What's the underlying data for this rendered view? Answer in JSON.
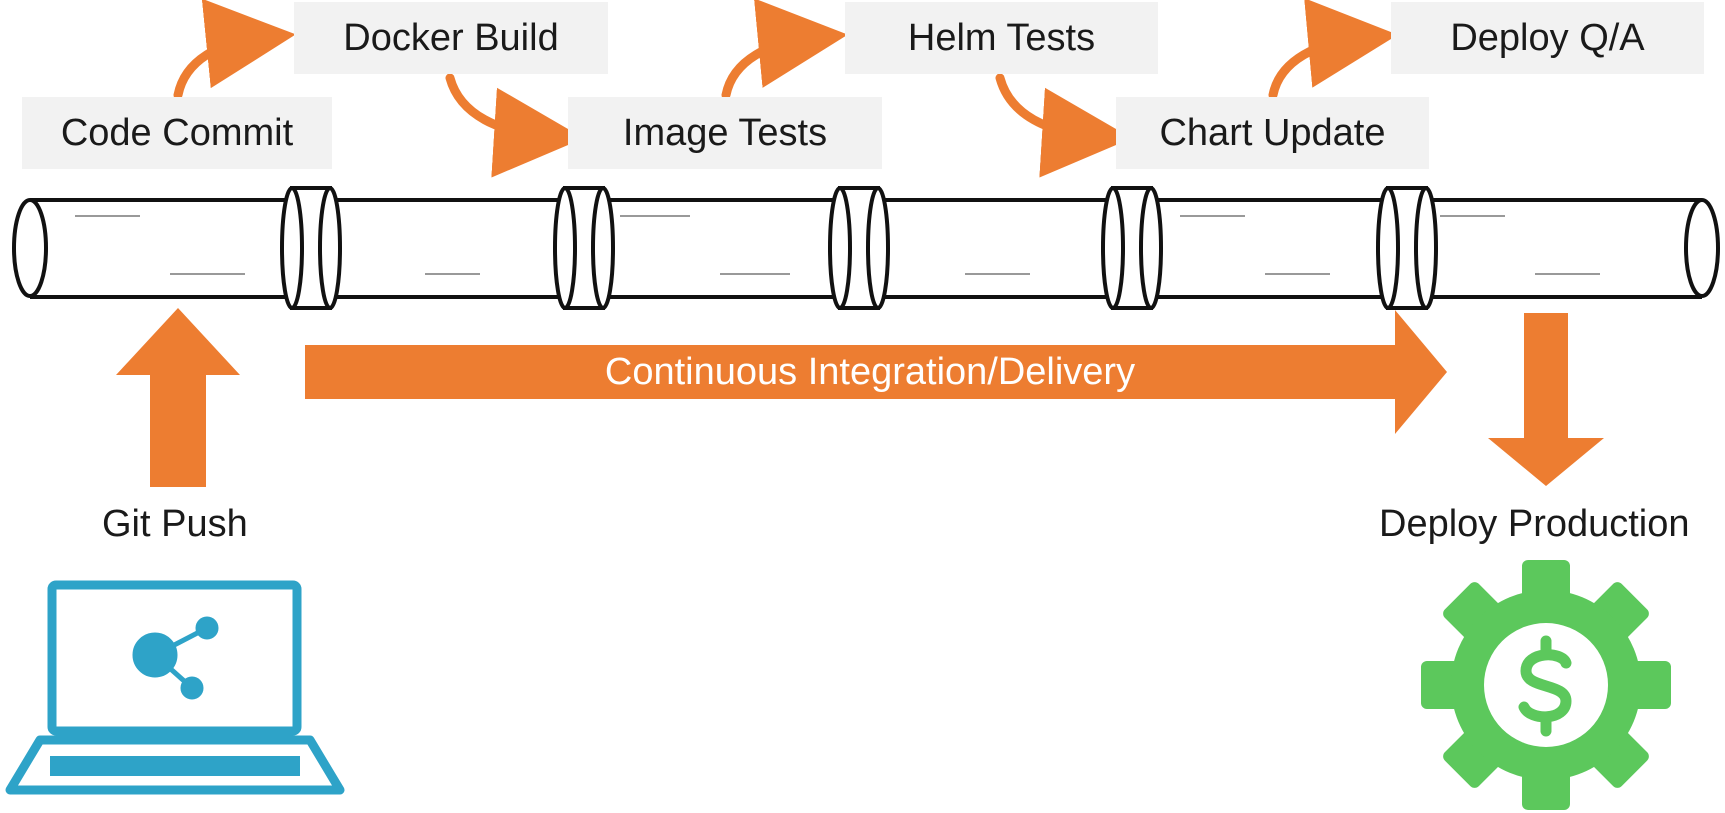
{
  "stages": {
    "code_commit": "Code Commit",
    "docker_build": "Docker Build",
    "image_tests": "Image Tests",
    "helm_tests": "Helm Tests",
    "chart_update": "Chart Update",
    "deploy_qa": "Deploy Q/A"
  },
  "labels": {
    "git_push": "Git Push",
    "pipeline": "Continuous Integration/Delivery",
    "deploy_production": "Deploy Production"
  },
  "icons": {
    "source": "laptop-share-icon",
    "production": "gear-dollar-icon"
  },
  "colors": {
    "arrow": "#ED7D31",
    "box_fill": "#F2F2F2",
    "laptop": "#2EA3C8",
    "gear": "#5CC85C",
    "pipe_stroke": "#111111"
  }
}
